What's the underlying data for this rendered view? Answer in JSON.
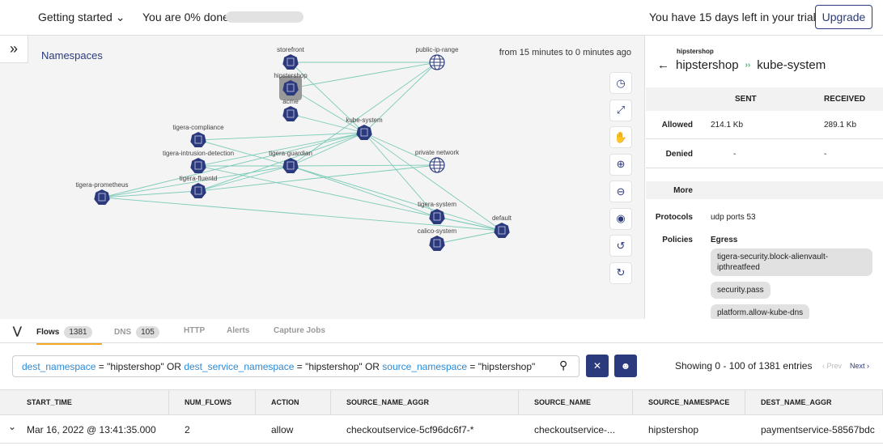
{
  "topbar": {
    "getting_started": "Getting started",
    "progress_text": "You are 0% done",
    "progress_percent": 0,
    "trial": "You have 15 days left in your trial",
    "upgrade": "Upgrade"
  },
  "graph": {
    "title": "Namespaces",
    "time_range": "from 15 minutes to 0 minutes ago",
    "selected": "hipstershop",
    "nodes": [
      {
        "id": "storefront",
        "type": "namespace"
      },
      {
        "id": "hipstershop",
        "type": "namespace"
      },
      {
        "id": "acme",
        "type": "namespace"
      },
      {
        "id": "kube-system",
        "type": "namespace"
      },
      {
        "id": "public-ip-range",
        "type": "network"
      },
      {
        "id": "private network",
        "type": "network"
      },
      {
        "id": "tigera-compliance",
        "type": "namespace"
      },
      {
        "id": "tigera-intrusion-detection",
        "type": "namespace"
      },
      {
        "id": "tigera-guardian",
        "type": "namespace"
      },
      {
        "id": "tigera-fluentd",
        "type": "namespace"
      },
      {
        "id": "tigera-prometheus",
        "type": "namespace"
      },
      {
        "id": "tigera-system",
        "type": "namespace"
      },
      {
        "id": "default",
        "type": "namespace"
      },
      {
        "id": "calico-system",
        "type": "namespace"
      }
    ],
    "edges": [
      [
        "storefront",
        "public-ip-range"
      ],
      [
        "storefront",
        "kube-system"
      ],
      [
        "hipstershop",
        "public-ip-range"
      ],
      [
        "hipstershop",
        "kube-system"
      ],
      [
        "acme",
        "kube-system"
      ],
      [
        "kube-system",
        "public-ip-range"
      ],
      [
        "kube-system",
        "default"
      ],
      [
        "kube-system",
        "private network"
      ],
      [
        "kube-system",
        "tigera-system"
      ],
      [
        "tigera-compliance",
        "kube-system"
      ],
      [
        "tigera-compliance",
        "tigera-guardian"
      ],
      [
        "tigera-intrusion-detection",
        "tigera-guardian"
      ],
      [
        "tigera-intrusion-detection",
        "kube-system"
      ],
      [
        "tigera-intrusion-detection",
        "default"
      ],
      [
        "tigera-guardian",
        "kube-system"
      ],
      [
        "tigera-guardian",
        "private network"
      ],
      [
        "tigera-guardian",
        "default"
      ],
      [
        "tigera-guardian",
        "tigera-system"
      ],
      [
        "tigera-guardian",
        "public-ip-range"
      ],
      [
        "tigera-fluentd",
        "tigera-guardian"
      ],
      [
        "tigera-fluentd",
        "kube-system"
      ],
      [
        "tigera-fluentd",
        "private network"
      ],
      [
        "tigera-prometheus",
        "tigera-fluentd"
      ],
      [
        "tigera-prometheus",
        "tigera-guardian"
      ],
      [
        "tigera-prometheus",
        "kube-system"
      ],
      [
        "tigera-prometheus",
        "default"
      ],
      [
        "tigera-system",
        "default"
      ],
      [
        "calico-system",
        "default"
      ]
    ],
    "tools": [
      "clock-icon",
      "fit-icon",
      "pan-icon",
      "zoom-in-icon",
      "zoom-out-icon",
      "eye-icon",
      "undo-icon",
      "refresh-icon"
    ],
    "colors": {
      "node": "#2b3a7d",
      "edge": "#7ccbb8"
    }
  },
  "panel": {
    "subtitle": "hipstershop",
    "source": "hipstershop",
    "dest": "kube-system",
    "col_sent": "SENT",
    "col_received": "RECEIVED",
    "allowed_label": "Allowed",
    "allowed_sent": "214.1 Kb",
    "allowed_received": "289.1 Kb",
    "denied_label": "Denied",
    "denied_sent": "-",
    "denied_received": "-",
    "more": "More",
    "protocols_label": "Protocols",
    "protocols": "udp ports 53",
    "policies_label": "Policies",
    "egress": "Egress",
    "policies": [
      "tigera-security.block-alienvault-ipthreatfeed",
      "security.pass",
      "platform.allow-kube-dns"
    ]
  },
  "tabs": [
    {
      "label": "Flows",
      "count": "1381"
    },
    {
      "label": "DNS",
      "count": "105"
    },
    {
      "label": "HTTP"
    },
    {
      "label": "Alerts"
    },
    {
      "label": "Capture Jobs"
    }
  ],
  "search": {
    "parts": [
      [
        "dest_namespace",
        "k"
      ],
      [
        " = \"hipstershop\" OR ",
        ""
      ],
      [
        "dest_service_namespace",
        "k"
      ],
      [
        " = \"hipstershop\" OR ",
        ""
      ],
      [
        "source_namespace",
        "k"
      ],
      [
        " = \"hipstershop\"",
        ""
      ]
    ]
  },
  "pager": {
    "showing": "Showing 0 - 100 of 1381 entries",
    "prev": "Prev",
    "next": "Next"
  },
  "table": {
    "columns": [
      "START_TIME",
      "NUM_FLOWS",
      "ACTION",
      "SOURCE_NAME_AGGR",
      "SOURCE_NAME",
      "SOURCE_NAMESPACE",
      "DEST_NAME_AGGR"
    ],
    "rows": [
      [
        "Mar 16, 2022 @ 13:41:35.000",
        "2",
        "allow",
        "checkoutservice-5cf96dc6f7-*",
        "checkoutservice-...",
        "hipstershop",
        "paymentservice-58567bdc"
      ]
    ]
  }
}
